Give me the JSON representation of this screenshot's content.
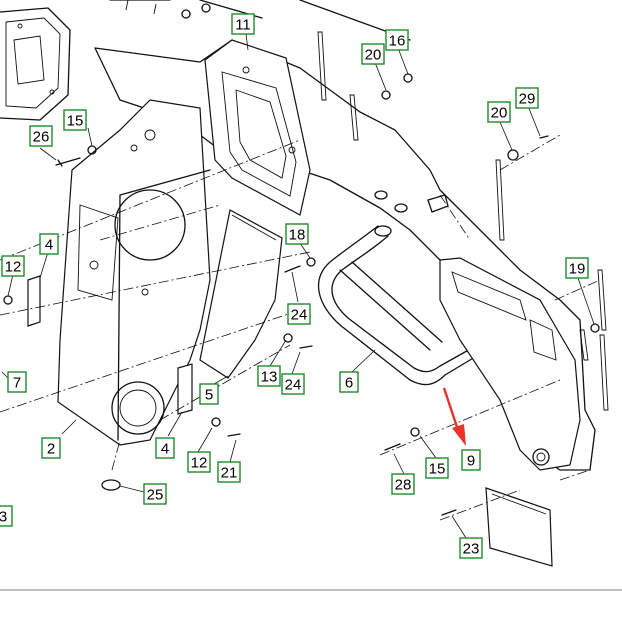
{
  "diagram": {
    "callouts": [
      {
        "id": "c11a",
        "label": "11"
      },
      {
        "id": "c16",
        "label": "16"
      },
      {
        "id": "c20a",
        "label": "20"
      },
      {
        "id": "c20b",
        "label": "20"
      },
      {
        "id": "c29",
        "label": "29"
      },
      {
        "id": "c26",
        "label": "26"
      },
      {
        "id": "c15a",
        "label": "15"
      },
      {
        "id": "c4a",
        "label": "4"
      },
      {
        "id": "c12a",
        "label": "12"
      },
      {
        "id": "c18",
        "label": "18"
      },
      {
        "id": "c19",
        "label": "19"
      },
      {
        "id": "c24a",
        "label": "24"
      },
      {
        "id": "c13",
        "label": "13"
      },
      {
        "id": "c24b",
        "label": "24"
      },
      {
        "id": "c7",
        "label": "7"
      },
      {
        "id": "c6",
        "label": "6"
      },
      {
        "id": "c5",
        "label": "5"
      },
      {
        "id": "c2",
        "label": "2"
      },
      {
        "id": "c4b",
        "label": "4"
      },
      {
        "id": "c12b",
        "label": "12"
      },
      {
        "id": "c21",
        "label": "21"
      },
      {
        "id": "c9",
        "label": "9"
      },
      {
        "id": "c15b",
        "label": "15"
      },
      {
        "id": "c28",
        "label": "28"
      },
      {
        "id": "c25",
        "label": "25"
      },
      {
        "id": "c23",
        "label": "23"
      },
      {
        "id": "c3",
        "label": "3"
      }
    ],
    "highlight_color": "#e8322a",
    "callout_border_color": "#1f8a2e"
  }
}
